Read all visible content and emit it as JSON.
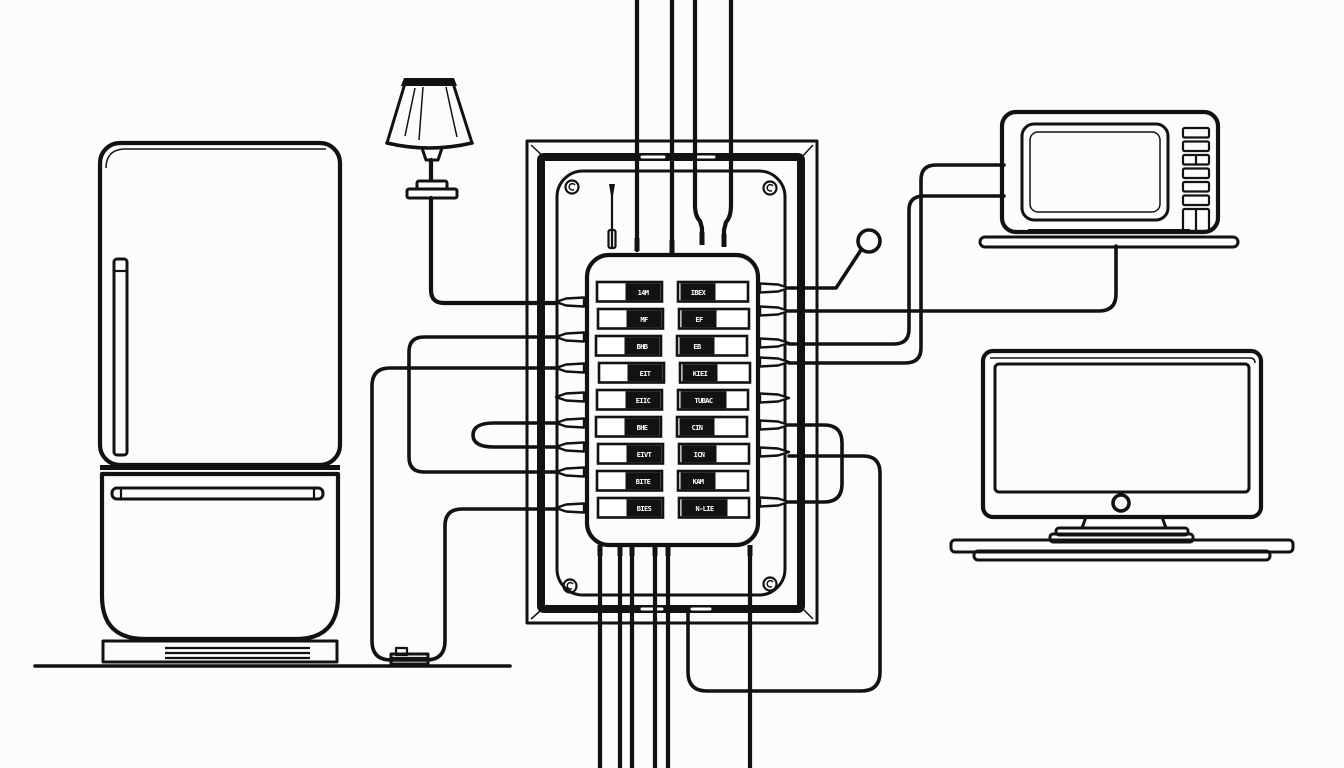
{
  "scene": {
    "background": "#fcfcfb",
    "ink": "#121212",
    "description": "line-art of appliances wired to electrical breaker panel"
  },
  "breaker_panel": {
    "rows": [
      {
        "left": "14M",
        "right": "IBEX"
      },
      {
        "left": "MF",
        "right": "EF"
      },
      {
        "left": "BHB",
        "right": "EB"
      },
      {
        "left": "EIT",
        "right": "KIEI"
      },
      {
        "left": "EIIC",
        "right": "TUBAC"
      },
      {
        "left": "BHE",
        "right": "CIN"
      },
      {
        "left": "EIVT",
        "right": "ICN"
      },
      {
        "left": "BITE",
        "right": "KAM"
      },
      {
        "left": "BIES",
        "right": "N-LIE"
      }
    ]
  },
  "microwave": {
    "button_count": 7
  }
}
